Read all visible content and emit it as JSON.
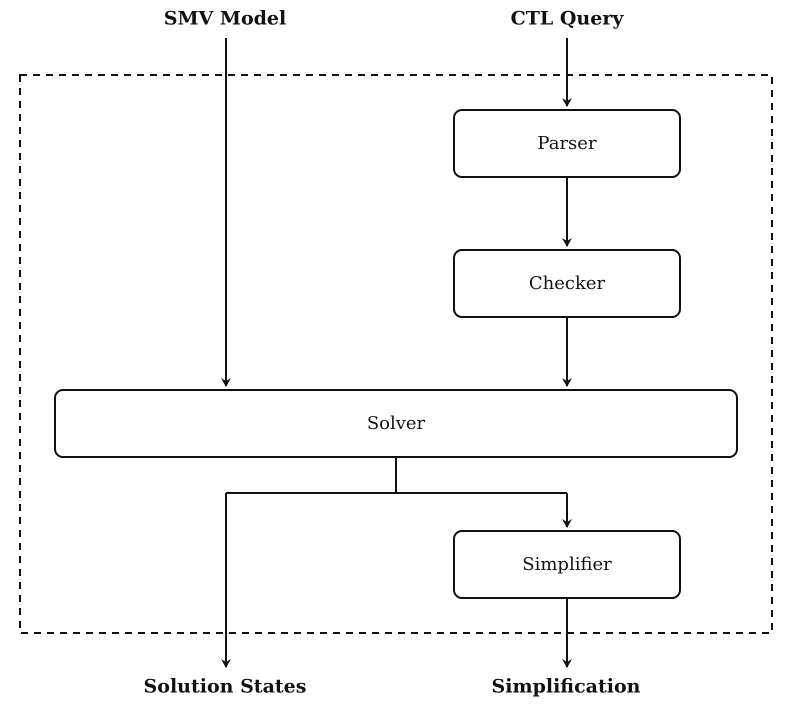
{
  "diagram": {
    "inputs": {
      "smv_model": "SMV Model",
      "ctl_query": "CTL Query"
    },
    "nodes": {
      "parser": "Parser",
      "checker": "Checker",
      "solver": "Solver",
      "simplifier": "Simplifier"
    },
    "outputs": {
      "solution_states": "Solution States",
      "simplification": "Simplification"
    }
  }
}
